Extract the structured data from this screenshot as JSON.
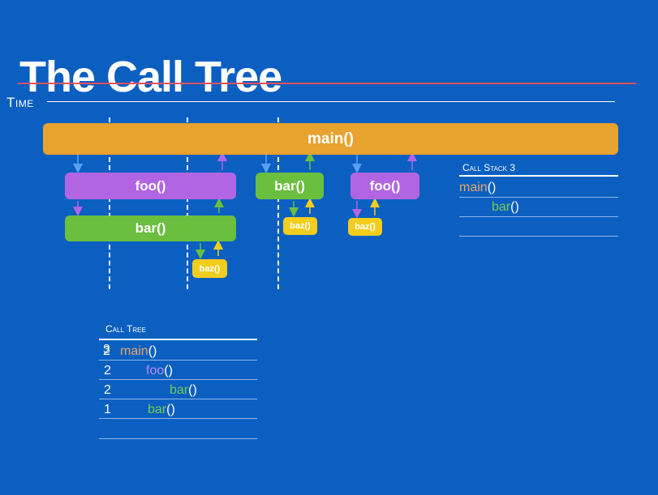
{
  "title": "The Call Tree",
  "time_label": "Time",
  "colors": {
    "background": "#0a5fc1",
    "main": "#e8a22e",
    "foo": "#b265e2",
    "bar": "#6bbf3f",
    "baz": "#f3cd1c"
  },
  "timeline": {
    "main": "main()",
    "foo_1": "foo()",
    "bar_under_foo": "bar()",
    "baz_under_bar": "baz()",
    "bar_2": "bar()",
    "baz_under_bar_2": "baz()",
    "foo_2": "foo()",
    "baz_under_foo_2": "baz()"
  },
  "call_stack": {
    "heading": "Call Stack 3",
    "frames": [
      {
        "name": "main",
        "parens": "()"
      },
      {
        "name": "bar",
        "parens": "()"
      }
    ]
  },
  "call_tree": {
    "heading": "Call Tree",
    "rows": [
      {
        "count": "2",
        "overlay_count": "3",
        "name": "main",
        "parens": "()"
      },
      {
        "count": "2",
        "name": "foo",
        "parens": "()"
      },
      {
        "count": "2",
        "name": "bar",
        "parens": "()"
      },
      {
        "count": "1",
        "name": "bar",
        "parens": "()"
      }
    ]
  }
}
